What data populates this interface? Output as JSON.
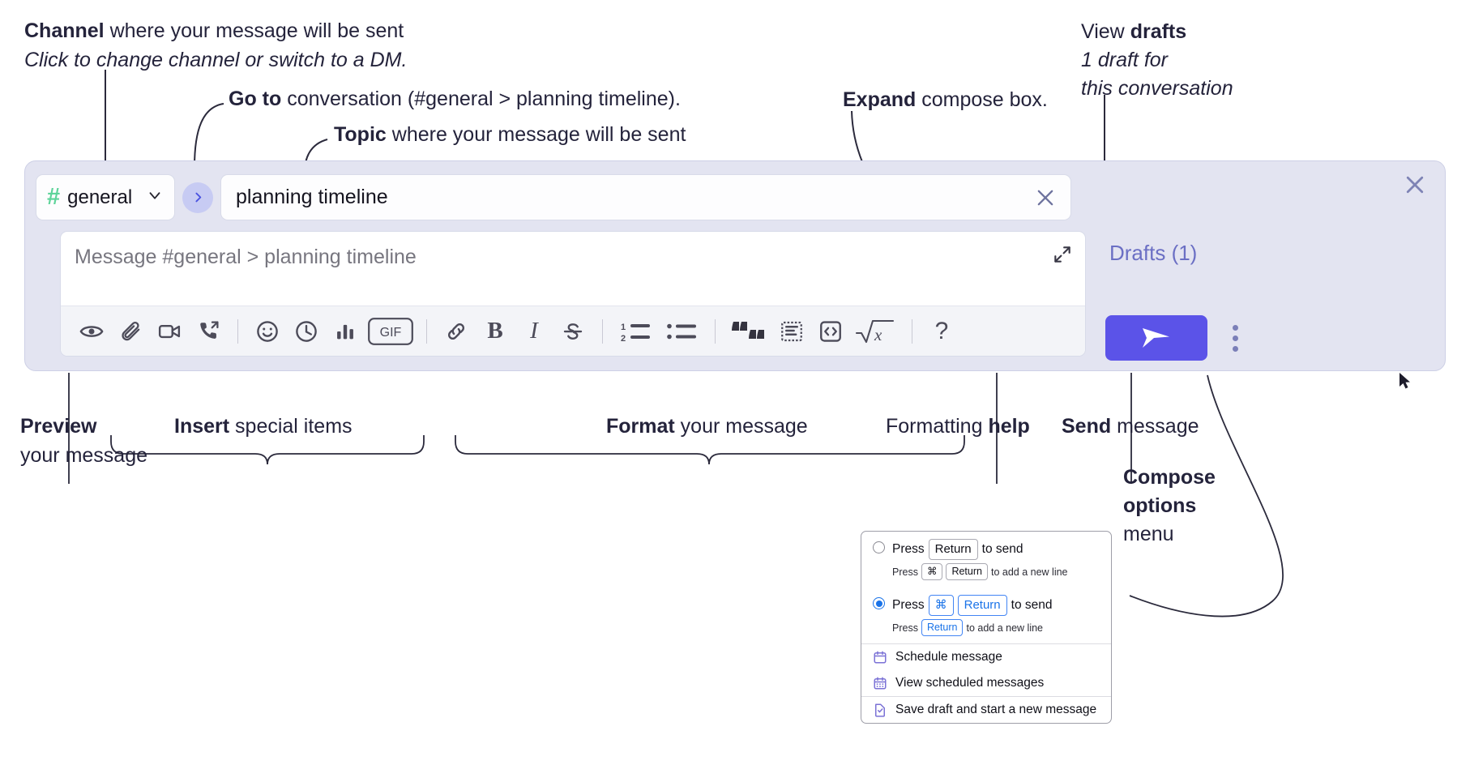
{
  "annotations": {
    "channel": {
      "bold": "Channel",
      "rest": " where your message will be sent",
      "italic": "Click to change channel or switch to a DM."
    },
    "goto": {
      "bold": "Go to",
      "rest": " conversation (#general > planning timeline)."
    },
    "topic": {
      "bold": "Topic",
      "rest": " where your message will be sent"
    },
    "expand": {
      "bold": "Expand",
      "rest": " compose box."
    },
    "drafts": {
      "bold_lead": "View ",
      "bold": "drafts",
      "italic1": "1 draft for",
      "italic2": "this conversation"
    },
    "preview": {
      "bold": "Preview",
      "rest": "your message"
    },
    "insert": {
      "bold": "Insert",
      "rest": " special items"
    },
    "format": {
      "bold": "Format",
      "rest": " your message"
    },
    "formatting_help": {
      "lead": "Formatting ",
      "bold": "help"
    },
    "send": {
      "bold": "Send",
      "rest": " message"
    },
    "compose_options": {
      "bold1": "Compose",
      "bold2": "options",
      "rest": "menu"
    }
  },
  "compose": {
    "channel_name": "general",
    "hash_symbol": "#",
    "topic_value": "planning timeline",
    "message_placeholder": "Message #general > planning timeline",
    "drafts_label": "Drafts (1)",
    "accent_color": "#5b53e8",
    "hash_color": "#5ed49a",
    "drafts_color": "#6b6fc4",
    "panel_bg": "#e3e4f1",
    "toolbar": [
      {
        "name": "preview-icon",
        "label": "Preview"
      },
      {
        "name": "attachment-icon",
        "label": "Attach file"
      },
      {
        "name": "video-icon",
        "label": "Record video clip"
      },
      {
        "name": "audio-call-icon",
        "label": "Record audio clip"
      },
      {
        "name": "separator",
        "label": ""
      },
      {
        "name": "emoji-icon",
        "label": "Emoji"
      },
      {
        "name": "clock-icon",
        "label": "Reminder"
      },
      {
        "name": "poll-icon",
        "label": "Poll"
      },
      {
        "name": "gif-icon",
        "label": "GIF"
      },
      {
        "name": "separator",
        "label": ""
      },
      {
        "name": "link-icon",
        "label": "Link"
      },
      {
        "name": "bold-icon",
        "label": "B"
      },
      {
        "name": "italic-icon",
        "label": "I"
      },
      {
        "name": "strikethrough-icon",
        "label": "S"
      },
      {
        "name": "separator",
        "label": ""
      },
      {
        "name": "ordered-list-icon",
        "label": "Ordered list"
      },
      {
        "name": "bulleted-list-icon",
        "label": "Bulleted list"
      },
      {
        "name": "separator",
        "label": ""
      },
      {
        "name": "blockquote-icon",
        "label": "Blockquote"
      },
      {
        "name": "code-block-icon",
        "label": "Code block"
      },
      {
        "name": "code-icon",
        "label": "Code"
      },
      {
        "name": "math-icon",
        "label": "Math"
      },
      {
        "name": "separator",
        "label": ""
      },
      {
        "name": "help-icon",
        "label": "?"
      }
    ]
  },
  "popup": {
    "options": [
      {
        "selected": false,
        "main_prefix": "Press",
        "main_key": "Return",
        "main_suffix": "to send",
        "sub_prefix": "Press",
        "sub_key1": "⌘",
        "sub_key2": "Return",
        "sub_suffix": "to add a new line"
      },
      {
        "selected": true,
        "main_prefix": "Press",
        "main_key1": "⌘",
        "main_key2": "Return",
        "main_suffix": "to send",
        "sub_prefix": "Press",
        "sub_key": "Return",
        "sub_suffix": "to add a new line"
      }
    ],
    "items": [
      {
        "icon": "calendar-icon",
        "label": "Schedule message"
      },
      {
        "icon": "calendar-grid-icon",
        "label": "View scheduled messages"
      },
      {
        "icon": "save-draft-icon",
        "label": "Save draft and start a new message"
      }
    ],
    "blue": "#1a73e8",
    "icon_color": "#7b72d6"
  }
}
